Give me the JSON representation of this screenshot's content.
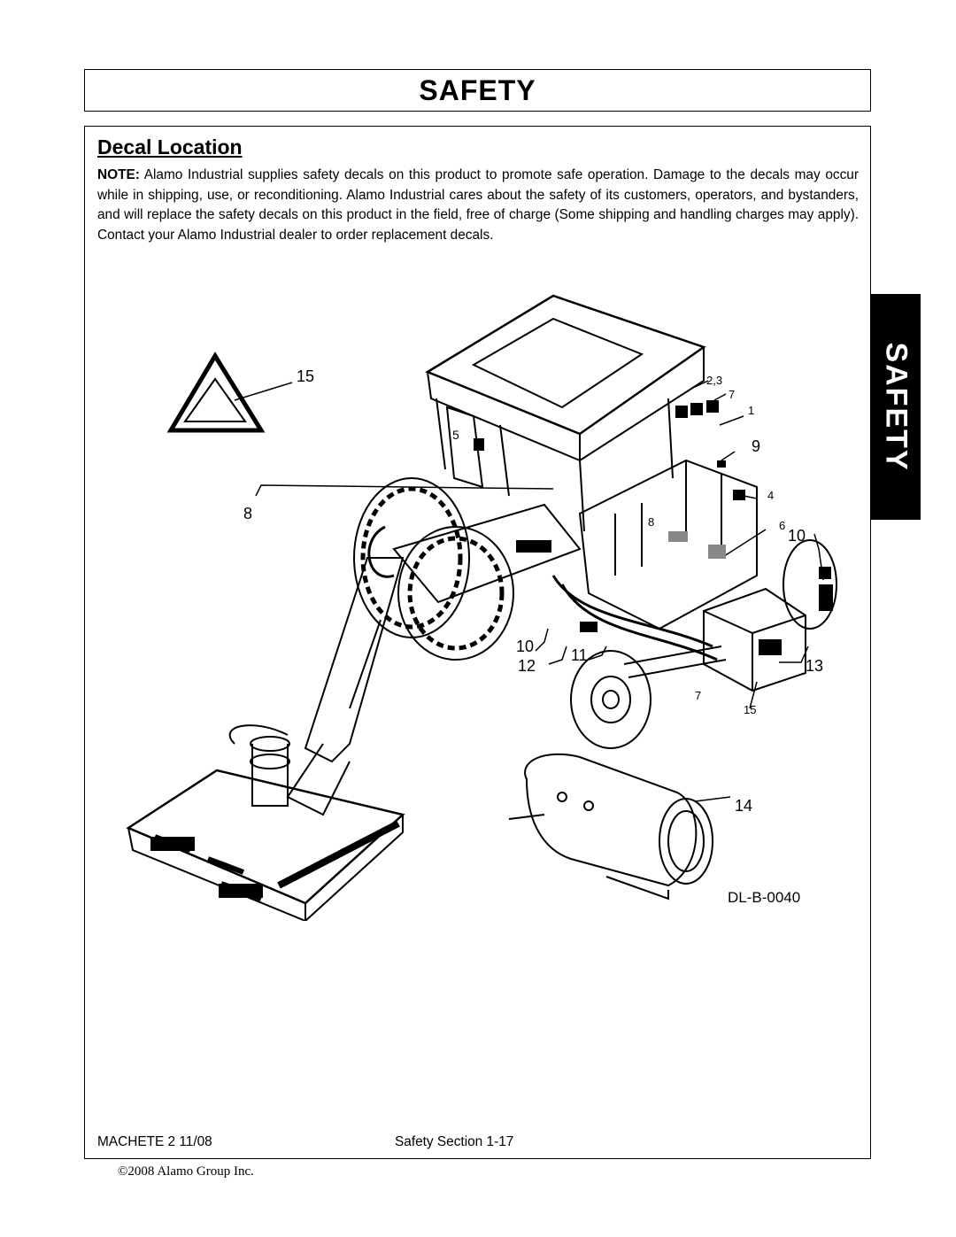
{
  "header": {
    "title": "SAFETY"
  },
  "side_tab": {
    "label": "SAFETY"
  },
  "section": {
    "heading": "Decal Location",
    "note_label": "NOTE:",
    "note_text": " Alamo Industrial supplies safety decals on this product to promote safe operation. Damage to the decals may occur while in shipping, use, or reconditioning. Alamo Industrial cares about the safety of its customers, operators, and bystanders, and will replace the safety decals on this product in the field, free of charge (Some shipping and handling charges may apply). Contact your Alamo Industrial dealer to order replacement decals."
  },
  "figure": {
    "callouts": {
      "c15_top": "15",
      "c23": "2,3",
      "c7_top": "7",
      "c1": "1",
      "c5": "5",
      "c9": "9",
      "c4": "4",
      "c8_left": "8",
      "c8_mid": "8",
      "c6": "6",
      "c10_right": "10",
      "c10_left": "10",
      "c12": "12",
      "c11": "11",
      "c13": "13",
      "c7_bottom": "7",
      "c15_bottom": "15",
      "c14": "14"
    },
    "drawing_id": "DL-B-0040"
  },
  "footer": {
    "left": "MACHETE 2   11/08",
    "center": "Safety Section 1-17"
  },
  "copyright": "©2008 Alamo Group Inc."
}
